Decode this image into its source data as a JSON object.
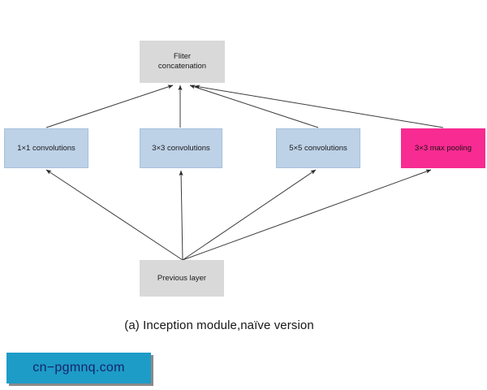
{
  "diagram": {
    "title_caption": "(a) Inception module,naïve version",
    "nodes": [
      {
        "id": "concat",
        "label": "Fliter\nconcatenation",
        "color": "#d9d9d9",
        "text_color": "#1a1a1a"
      },
      {
        "id": "conv1",
        "label": "1×1 convolutions",
        "color": "#bdd1e7",
        "text_color": "#1c1c1c"
      },
      {
        "id": "conv3",
        "label": "3×3 convolutions",
        "color": "#bdd1e7",
        "text_color": "#1c1c1c"
      },
      {
        "id": "conv5",
        "label": "5×5 convolutions",
        "color": "#bdd1e7",
        "text_color": "#1c1c1c"
      },
      {
        "id": "pool",
        "label": "3×3 max pooling",
        "color": "#f72b92",
        "text_color": "#1f1012"
      },
      {
        "id": "prev",
        "label": "Previous layer",
        "color": "#d9d9d9",
        "text_color": "#1a1a1a"
      }
    ],
    "edges": [
      {
        "from": "prev",
        "to": "conv1",
        "arrow": "end"
      },
      {
        "from": "prev",
        "to": "conv3",
        "arrow": "end"
      },
      {
        "from": "prev",
        "to": "conv5",
        "arrow": "end"
      },
      {
        "from": "prev",
        "to": "pool",
        "arrow": "end"
      },
      {
        "from": "conv1",
        "to": "concat",
        "arrow": "end"
      },
      {
        "from": "conv3",
        "to": "concat",
        "arrow": "end"
      },
      {
        "from": "conv5",
        "to": "concat",
        "arrow": "end"
      },
      {
        "from": "pool",
        "to": "concat",
        "arrow": "end"
      }
    ],
    "edge_color": "#3c3c3c"
  },
  "watermark": {
    "text": "cn−pgmnq.com",
    "background": "#1d9cc8",
    "text_color": "#14246b"
  }
}
